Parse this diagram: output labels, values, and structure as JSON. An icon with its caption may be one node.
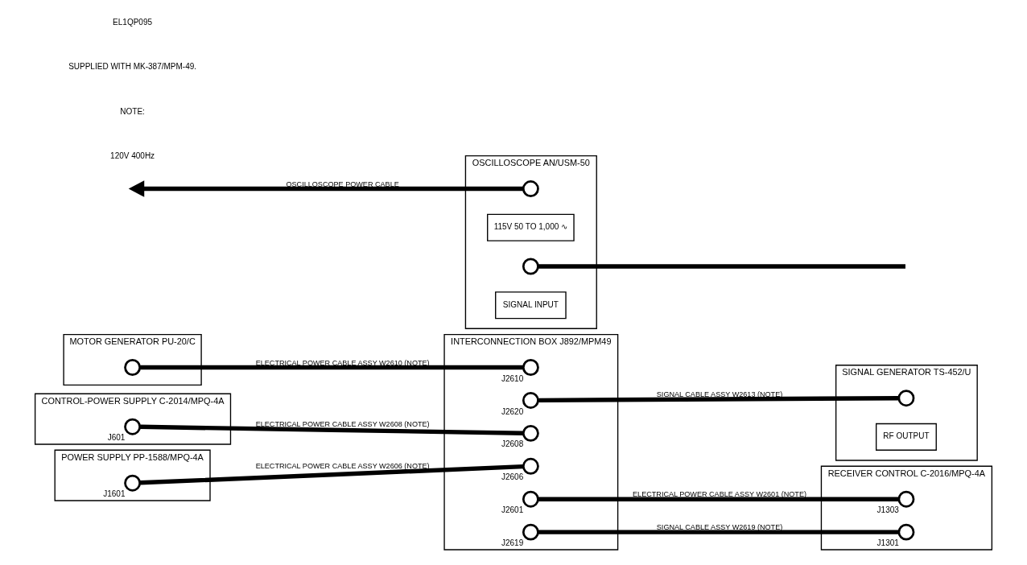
{
  "diagram": {
    "nodes": [
      {
        "text": [
          "MOTOR GENERATOR PU-20/C"
        ]
      },
      {
        "text": [],
        "shape": "circle",
        "in": 0
      },
      {
        "text": [
          "INTERCONNECTION BOX J892/MPM49"
        ]
      },
      {
        "text": [],
        "shape": "circle",
        "in": 2,
        "beside": [
          "J2610"
        ]
      },
      {
        "text": [],
        "shape": "circle",
        "in": 2,
        "beside": [
          "J2620"
        ]
      },
      {
        "text": [],
        "shape": "circle",
        "in": 2,
        "beside": [
          "J2608"
        ]
      },
      {
        "text": [],
        "shape": "circle",
        "in": 2,
        "beside": [
          "J2606"
        ]
      },
      {
        "text": [],
        "shape": "circle",
        "in": 2,
        "beside": [
          "J2601"
        ]
      },
      {
        "text": [],
        "shape": "circle",
        "in": 2,
        "beside": [
          "J2619"
        ]
      },
      {
        "text": [
          "SIGNAL GENERATOR TS-452/U"
        ]
      },
      {
        "text": [],
        "shape": "circle",
        "in": 9
      },
      {
        "text": [
          "RF OUTPUT"
        ],
        "in": 9
      },
      {
        "text": [
          "CONTROL-POWER SUPPLY C-2014/MPQ-4A"
        ]
      },
      {
        "text": [],
        "shape": "circle",
        "in": 12,
        "beside": [
          "J601"
        ]
      },
      {
        "text": [
          "RECEIVER CONTROL C-2016/MPQ-4A"
        ]
      },
      {
        "text": [],
        "shape": "circle",
        "in": 14,
        "beside": [
          "J1301"
        ]
      },
      {
        "text": [],
        "shape": "circle",
        "in": 14,
        "beside": [
          "J1303"
        ]
      },
      {
        "text": [
          "POWER SUPPLY PP-1588/MPQ-4A"
        ]
      },
      {
        "text": [],
        "shape": "circle",
        "in": 17,
        "beside": [
          "J1601"
        ]
      },
      {
        "text": [
          "OSCILLOSCOPE AN/USM-50"
        ]
      },
      {
        "text": [],
        "shape": "circle",
        "in": 19
      },
      {
        "text": [
          "115V 50 TO 1,000 ∿"
        ],
        "in": 19
      },
      {
        "text": [],
        "shape": "circle",
        "in": 19
      },
      {
        "text": [
          "SIGNAL INPUT"
        ],
        "in": 19
      }
    ],
    "edges": [
      {
        "from": 1,
        "to": 3,
        "arrow": "none",
        "label": "ELECTRICAL POWER CABLE ASSY W2610 (NOTE)"
      },
      {
        "from": 4,
        "to": 10,
        "arrow": "none",
        "label": "SIGNAL CABLE ASSY W2613 (NOTE)"
      },
      {
        "from": 13,
        "to": 5,
        "arrow": "none",
        "label": "ELECTRICAL POWER CABLE ASSY W2608 (NOTE)"
      },
      {
        "from": 8,
        "to": 15,
        "arrow": "none",
        "label": "SIGNAL CABLE ASSY W2619 (NOTE)"
      },
      {
        "from": 7,
        "to": 16,
        "arrow": "none",
        "label": "ELECTRICAL POWER CABLE ASSY W2601 (NOTE)"
      },
      {
        "from": 18,
        "to": 6,
        "arrow": "none",
        "label": "ELECTRICAL POWER CABLE ASSY W2606 (NOTE)"
      },
      {
        "from": 20,
        "to": null,
        "arrow": "to",
        "label": "OSCILLOSCOPE POWER CABLE"
      },
      {
        "from": 22,
        "to": null,
        "arrow": "none"
      }
    ],
    "labels": [
      "120V 400Hz",
      "NOTE:",
      "SUPPLIED WITH MK-387/MPM-49.",
      "EL1QP095"
    ]
  }
}
